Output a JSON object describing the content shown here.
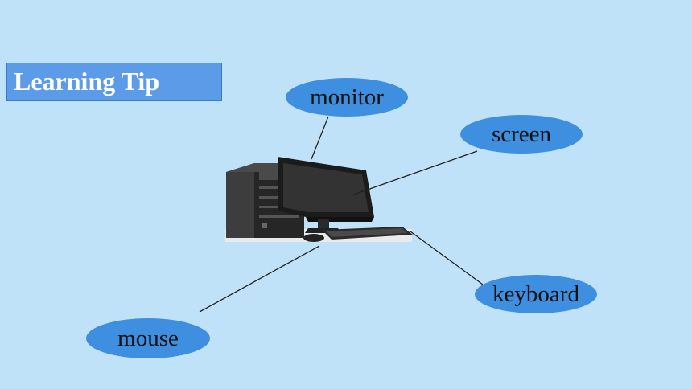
{
  "slide": {
    "heading": "Learning Tip"
  },
  "labels": {
    "monitor": "monitor",
    "screen": "screen",
    "keyboard": "keyboard",
    "mouse": "mouse"
  },
  "colors": {
    "background": "#bfe2f8",
    "heading_box": "#5b9be8",
    "bubble": "#3f8fe0"
  },
  "picture": "desktop-computer-icon"
}
